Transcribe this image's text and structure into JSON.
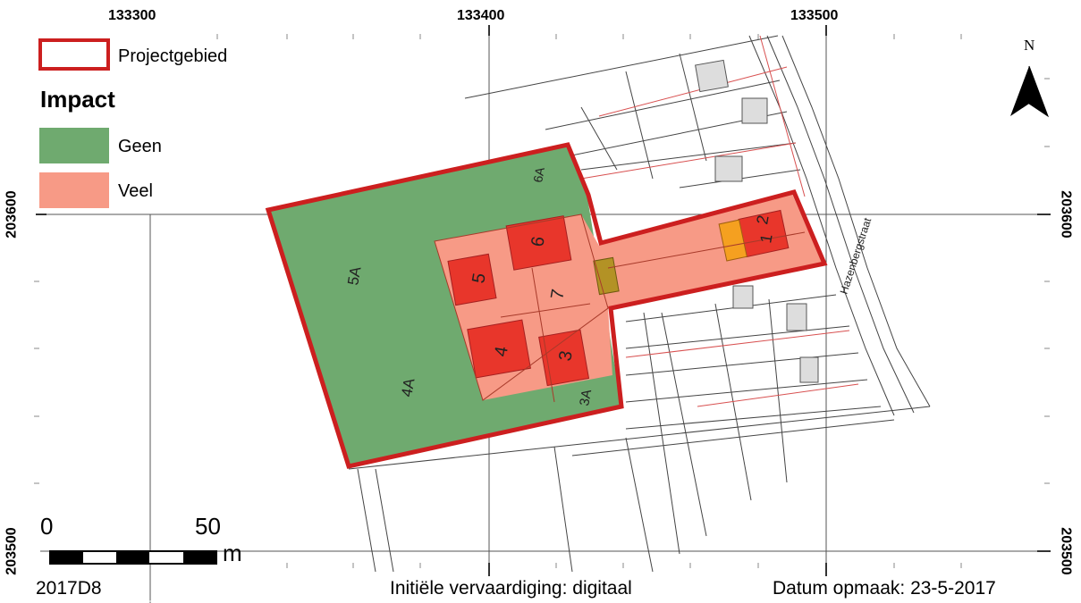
{
  "grid": {
    "x_labels": [
      "133300",
      "133400",
      "133500"
    ],
    "y_labels": [
      "203600",
      "203500"
    ]
  },
  "legend": {
    "project_label": "Projectgebied",
    "impact_title": "Impact",
    "items": [
      {
        "label": "Geen",
        "color": "#6faa6f"
      },
      {
        "label": "Veel",
        "color": "#f79a86"
      }
    ],
    "project_color": "#cc1f1f"
  },
  "parcels": {
    "green_labels": [
      "5A",
      "4A",
      "6A",
      "3A"
    ],
    "lot_labels": [
      "5",
      "6",
      "4",
      "3",
      "7",
      "1",
      "2"
    ],
    "street_name": "Hazenbergstraat"
  },
  "north_arrow": {
    "label": "N"
  },
  "scale_bar": {
    "start": "0",
    "end": "50",
    "unit": "m"
  },
  "footer": {
    "map_sheet": "2017D8",
    "creation": "Initiële vervaardiging: digitaal",
    "date": "Datum opmaak: 23-5-2017"
  }
}
